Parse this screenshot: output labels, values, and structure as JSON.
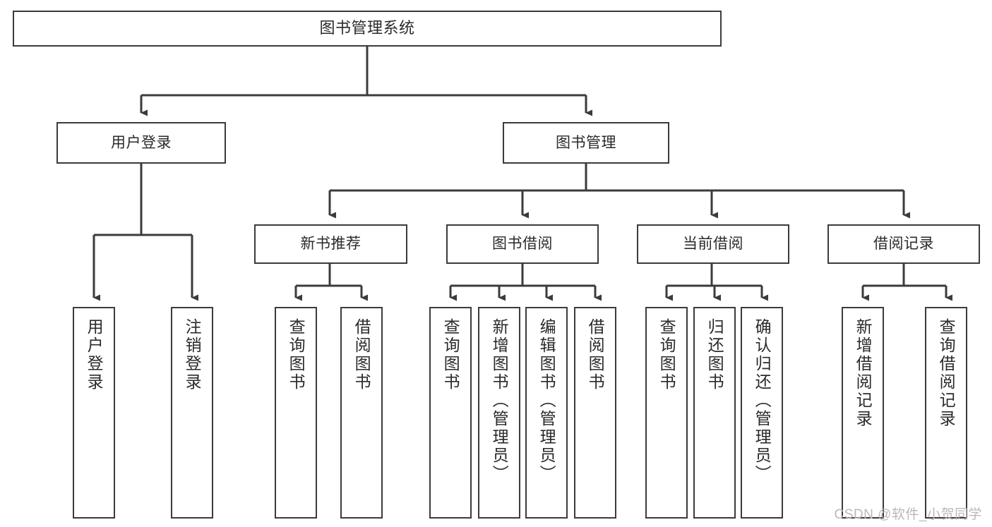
{
  "diagram": {
    "title": "图书管理系统",
    "type": "hierarchy-tree",
    "colors": {
      "node_border": "#3b3b3b",
      "node_fill": "#ffffff",
      "edge": "#3b3b3b",
      "text": "#2a2a2a",
      "watermark": "#b9b9b9",
      "background": "#ffffff"
    }
  },
  "root": {
    "label": "图书管理系统"
  },
  "level2": [
    {
      "label": "用户登录"
    },
    {
      "label": "图书管理"
    }
  ],
  "level3": [
    {
      "label": "新书推荐"
    },
    {
      "label": "图书借阅"
    },
    {
      "label": "当前借阅"
    },
    {
      "label": "借阅记录"
    }
  ],
  "leaves": {
    "user_login": [
      {
        "label": "用户登录"
      },
      {
        "label": "注销登录"
      }
    ],
    "new_book_recommend": [
      {
        "label": "查询图书"
      },
      {
        "label": "借阅图书"
      }
    ],
    "book_borrow": [
      {
        "label": "查询图书"
      },
      {
        "label": "新增图书（管理员）"
      },
      {
        "label": "编辑图书（管理员）"
      },
      {
        "label": "借阅图书"
      }
    ],
    "current_borrow": [
      {
        "label": "查询图书"
      },
      {
        "label": "归还图书"
      },
      {
        "label": "确认归还（管理员）"
      }
    ],
    "borrow_record": [
      {
        "label": "新增借阅记录"
      },
      {
        "label": "查询借阅记录"
      }
    ]
  },
  "watermark": {
    "text": "CSDN @软件_小贺同学"
  }
}
